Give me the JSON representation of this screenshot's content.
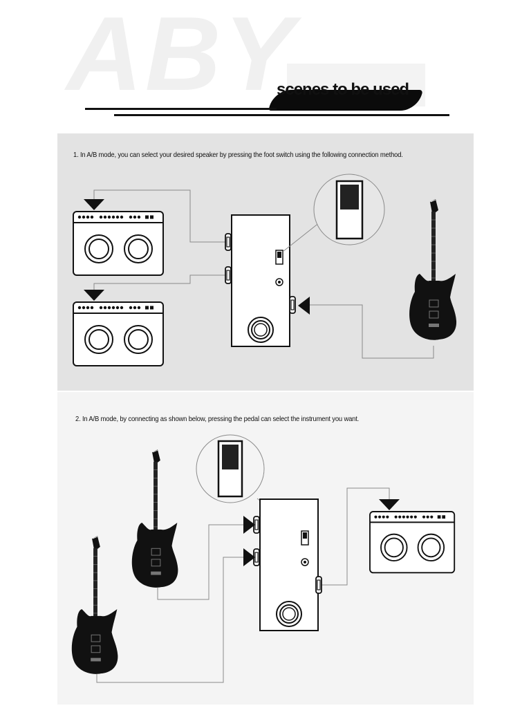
{
  "header": {
    "watermark": "ABY",
    "title": "scenes to be used"
  },
  "section1": {
    "caption": "1. In A/B mode, you can select your desired speaker by pressing the foot switch using the following connection method."
  },
  "section2": {
    "caption": "2. In A/B mode, by connecting as shown below, pressing the pedal can select the instrument you want."
  },
  "colors": {
    "ink": "#111111",
    "panel1_bg": "#e3e3e3",
    "panel2_bg": "#f4f4f4",
    "cable": "#8a8a8a"
  },
  "icons": [
    "amplifier-icon",
    "guitar-icon",
    "aby-pedal-icon",
    "switch-zoom-icon",
    "input-arrow-icon"
  ]
}
